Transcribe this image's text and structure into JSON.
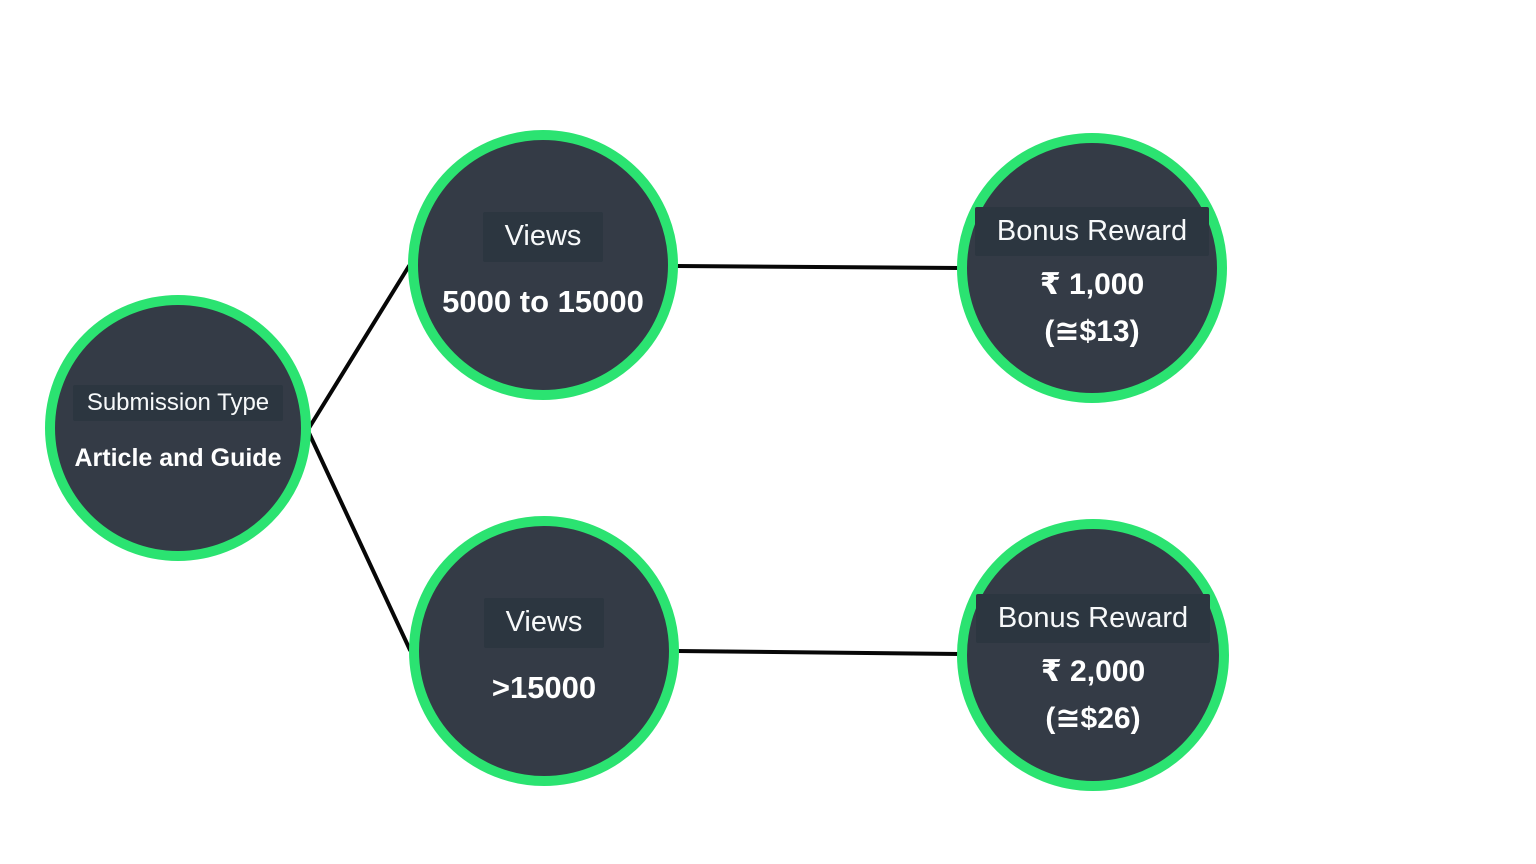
{
  "diagram": {
    "background": "#ffffff",
    "colors": {
      "node_fill": "#343B46",
      "node_border": "#2BE371",
      "label_box": "#2C3640",
      "text": "#F7F9FA",
      "value_text": "#FFFFFF",
      "edge": "#070707"
    },
    "nodes": [
      {
        "id": "submission-type",
        "label": "Submission Type",
        "values": [
          "Article and Guide"
        ]
      },
      {
        "id": "views-5000-15000",
        "label": "Views",
        "values": [
          "5000 to 15000"
        ]
      },
      {
        "id": "bonus-reward-1000",
        "label": "Bonus Reward",
        "values": [
          "₹ 1,000",
          "(≅$13)"
        ]
      },
      {
        "id": "views-over-15000",
        "label": "Views",
        "values": [
          ">15000"
        ]
      },
      {
        "id": "bonus-reward-2000",
        "label": "Bonus Reward",
        "values": [
          "₹ 2,000",
          "(≅$26)"
        ]
      }
    ],
    "edges": [
      {
        "from": "submission-type",
        "to": "views-5000-15000"
      },
      {
        "from": "submission-type",
        "to": "views-over-15000"
      },
      {
        "from": "views-5000-15000",
        "to": "bonus-reward-1000"
      },
      {
        "from": "views-over-15000",
        "to": "bonus-reward-2000"
      }
    ]
  }
}
